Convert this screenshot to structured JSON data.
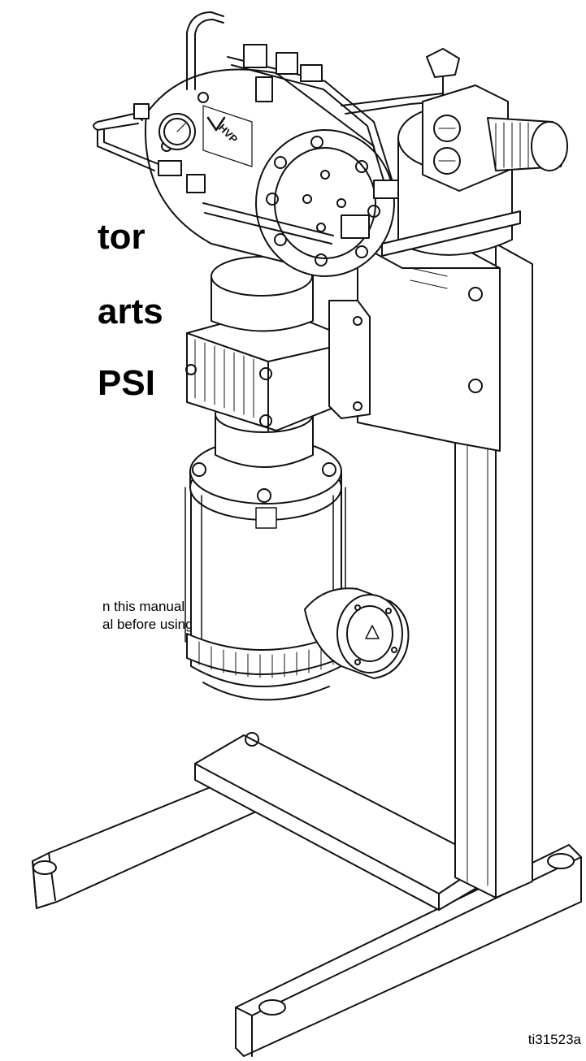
{
  "heading": {
    "lines": [
      "tor",
      "arts",
      "PSI"
    ]
  },
  "body_text": {
    "lines": [
      "n this manual",
      "al before using"
    ]
  },
  "figure": {
    "id": "ti31523a",
    "logo_text": "HVP"
  }
}
